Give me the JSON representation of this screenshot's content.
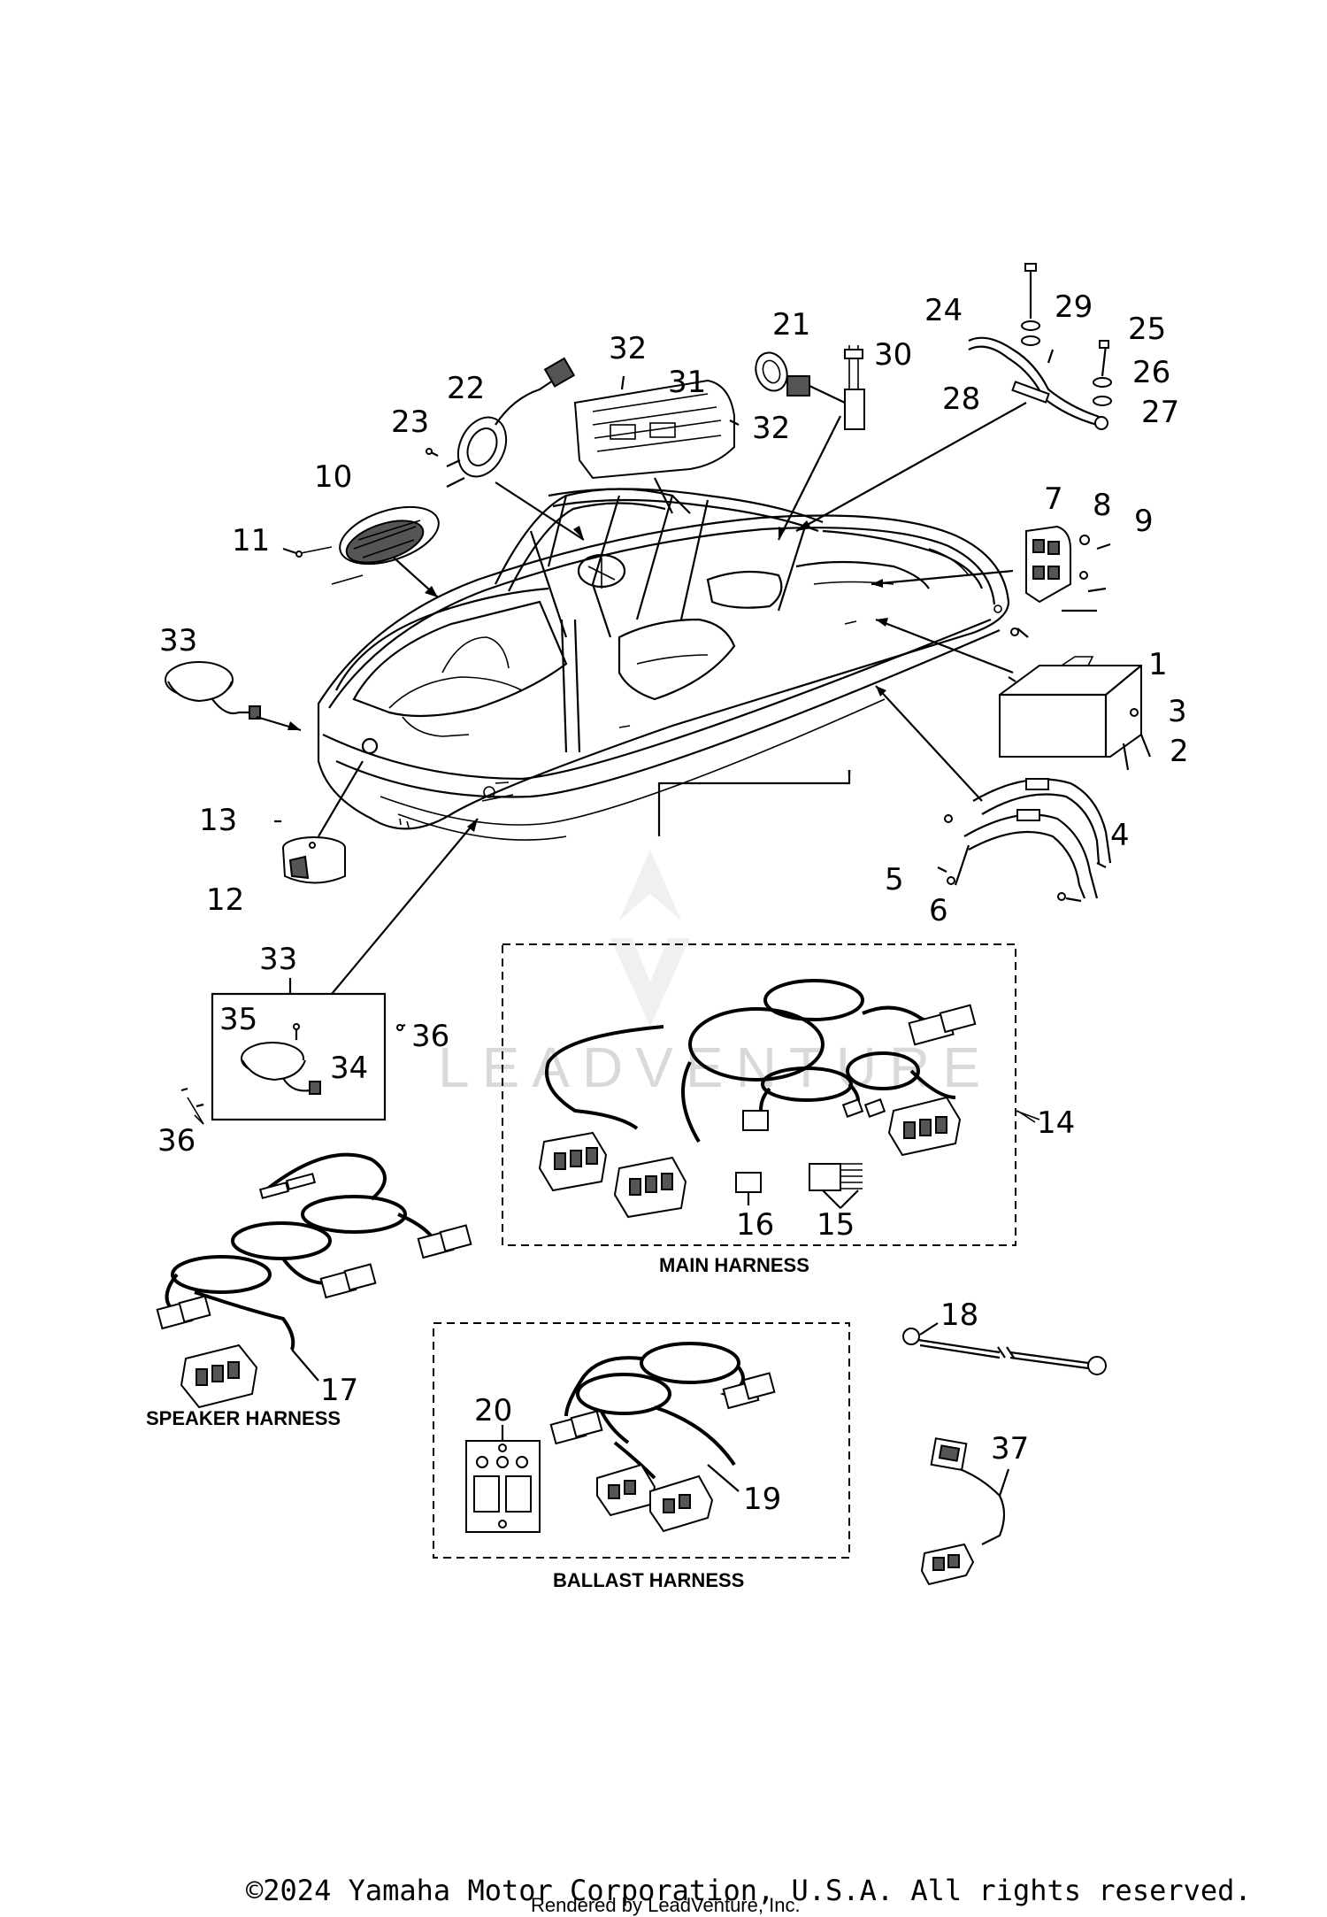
{
  "callouts": {
    "c1": "1",
    "c2": "2",
    "c3": "3",
    "c4": "4",
    "c5": "5",
    "c6": "6",
    "c7": "7",
    "c8": "8",
    "c9": "9",
    "c10": "10",
    "c11": "11",
    "c12": "12",
    "c13": "13",
    "c14": "14",
    "c15": "15",
    "c16": "16",
    "c17": "17",
    "c18": "18",
    "c19": "19",
    "c20": "20",
    "c21": "21",
    "c22": "22",
    "c23": "23",
    "c24": "24",
    "c25": "25",
    "c26": "26",
    "c27": "27",
    "c28": "28",
    "c29": "29",
    "c30": "30",
    "c31": "31",
    "c32a": "32",
    "c32b": "32",
    "c33a": "33",
    "c33b": "33",
    "c34": "34",
    "c35": "35",
    "c36a": "36",
    "c36b": "36",
    "c37": "37"
  },
  "captions": {
    "main_harness": "MAIN HARNESS",
    "speaker_harness": "SPEAKER HARNESS",
    "ballast_harness": "BALLAST HARNESS"
  },
  "watermark": "LEADVENTURE",
  "footer": {
    "copyright": "©2024 Yamaha Motor Corporation, U.S.A. All rights reserved.",
    "rendered_by": "Rendered by LeadVenture, Inc."
  }
}
